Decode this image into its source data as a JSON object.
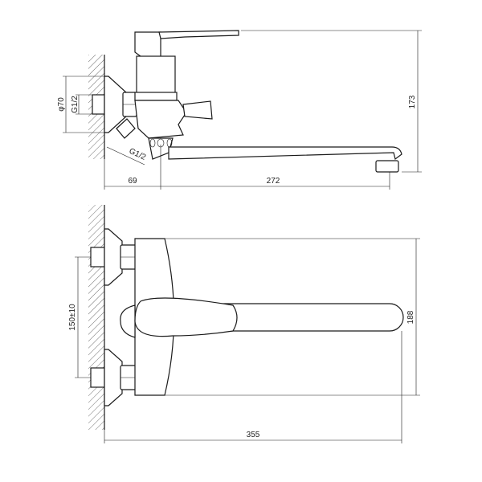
{
  "top_view": {
    "dimensions": {
      "escutcheon_diameter": "φ70",
      "inlet_thread": "G1/2",
      "outlet_thread": "G1/2",
      "wall_to_spout": "69",
      "spout_length": "272",
      "height": "173"
    }
  },
  "front_view": {
    "dimensions": {
      "inlet_spacing": "150±10",
      "height": "188",
      "total_length": "355"
    }
  },
  "colors": {
    "line": "#1a1a1a",
    "background": "#ffffff"
  }
}
